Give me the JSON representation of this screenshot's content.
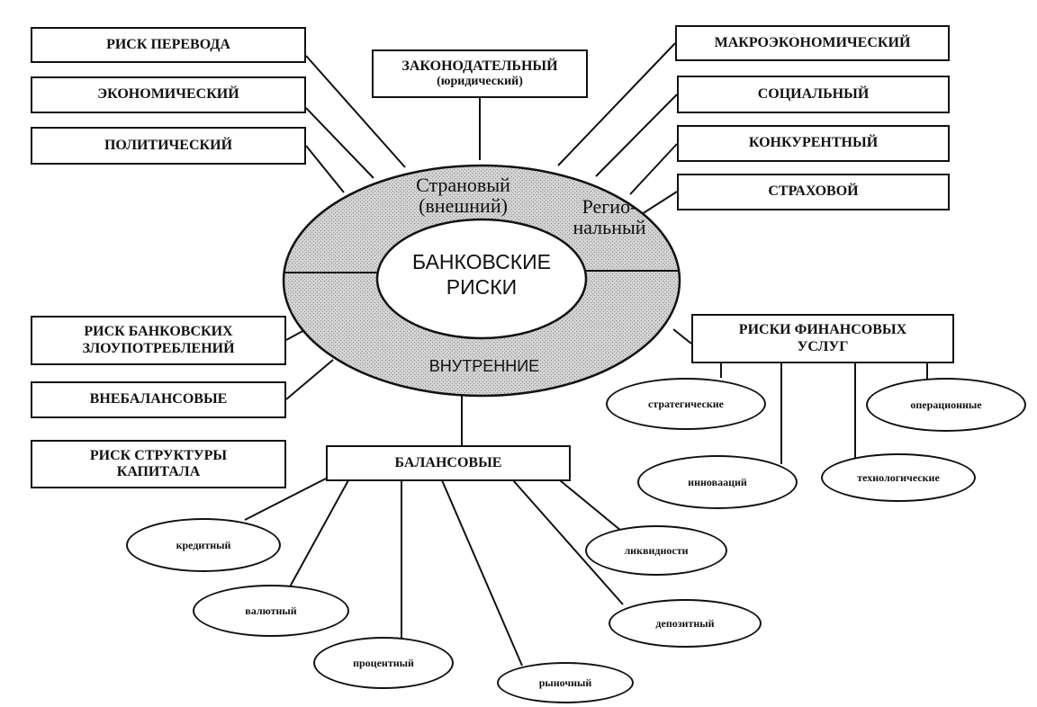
{
  "center": {
    "line1": "БАНКОВСКИЕ",
    "line2": "РИСКИ"
  },
  "ring": {
    "country_line1": "Страновый",
    "country_line2": "(внешний)",
    "regional_line1": "Регио-",
    "regional_line2": "нальный",
    "internal": "ВНУТРЕННИЕ"
  },
  "country_boxes": {
    "transfer": "РИСК ПЕРЕВОДА",
    "economic": "ЭКОНОМИЧЕСКИЙ",
    "political": "ПОЛИТИЧЕСКИЙ",
    "legislative": "ЗАКОНОДАТЕЛЬНЫЙ",
    "legislative_sub": "(юридический)"
  },
  "regional_boxes": {
    "macro": "МАКРОЭКОНОМИЧЕСКИЙ",
    "social": "СОЦИАЛЬНЫЙ",
    "competitive": "КОНКУРЕНТНЫЙ",
    "insurance": "СТРАХОВОЙ"
  },
  "internal_boxes": {
    "abuse_line1": "РИСК БАНКОВСКИХ",
    "abuse_line2": "ЗЛОУПОТРЕБЛЕНИЙ",
    "offbalance": "ВНЕБАЛАНСОВЫЕ",
    "capital_line1": "РИСК СТРУКТУРЫ",
    "capital_line2": "КАПИТАЛА",
    "balance": "БАЛАНСОВЫЕ"
  },
  "financial_services": {
    "title_line1": "РИСКИ ФИНАНСОВЫХ",
    "title_line2": "УСЛУГ",
    "strategic": "стратегические",
    "operational": "операционные",
    "innovation": "инновааций",
    "technological": "технологические"
  },
  "balance_ovals": {
    "credit": "кредитный",
    "currency": "валютный",
    "interest": "процентный",
    "market": "рыночный",
    "deposit": "депозитный",
    "liquidity": "ликвидности"
  },
  "colors": {
    "ring_fill": "#c9c9c9",
    "stroke": "#111111",
    "background": "#ffffff"
  }
}
